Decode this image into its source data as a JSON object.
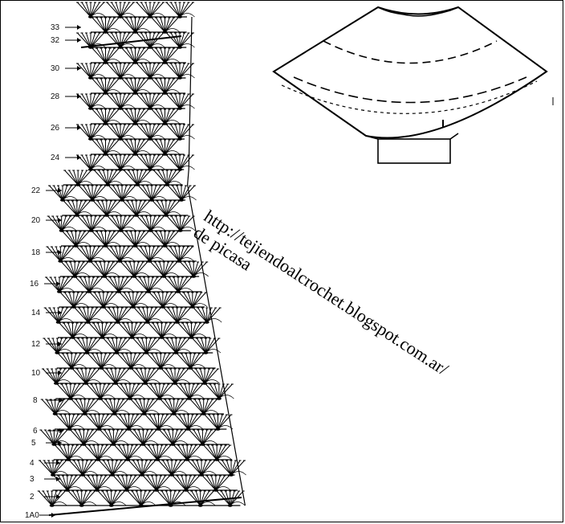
{
  "row_labels": [
    "1A0",
    "2",
    "3",
    "4",
    "5",
    "6",
    "8",
    "10",
    "12",
    "14",
    "16",
    "18",
    "20",
    "22",
    "24",
    "26",
    "28",
    "30",
    "32",
    "33"
  ],
  "watermark": {
    "url": "http://tejiendoalcrochet.blogspot.com.ar/",
    "source": "de picasa"
  }
}
